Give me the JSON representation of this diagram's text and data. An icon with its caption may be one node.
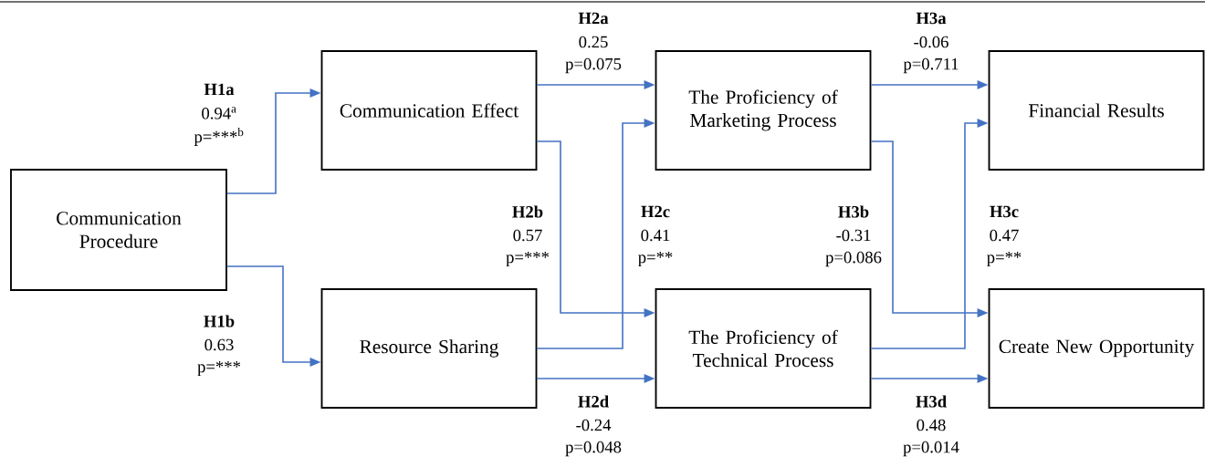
{
  "diagram": {
    "nodes": [
      {
        "text": [
          "Communication Procedure"
        ]
      },
      {
        "text": [
          "Communication Effect"
        ]
      },
      {
        "text": [
          "Resource Sharing"
        ]
      },
      {
        "text": [
          "The Proficiency of Marketing Process"
        ]
      },
      {
        "text": [
          "The Proficiency of Technical Process"
        ]
      },
      {
        "text": [
          "Financial Results"
        ]
      },
      {
        "text": [
          "Create New Opportunity"
        ]
      }
    ],
    "edges": [
      {
        "from": 0,
        "to": 1,
        "arrow": "to"
      },
      {
        "from": 0,
        "to": 2,
        "arrow": "to"
      },
      {
        "from": 1,
        "to": 3,
        "arrow": "to"
      },
      {
        "from": 1,
        "to": 4,
        "arrow": "to"
      },
      {
        "from": 2,
        "to": 3,
        "arrow": "to"
      },
      {
        "from": 2,
        "to": 4,
        "arrow": "to"
      },
      {
        "from": 3,
        "to": 5,
        "arrow": "to"
      },
      {
        "from": 3,
        "to": 6,
        "arrow": "to"
      },
      {
        "from": 4,
        "to": 5,
        "arrow": "to"
      },
      {
        "from": 4,
        "to": 6,
        "arrow": "to"
      }
    ],
    "labels": [
      "H1a",
      "0.94$^{a}$",
      "p=***$^{b}$",
      "H1b",
      "0.63",
      "p=***",
      "H2a",
      "0.25",
      "p=0.075",
      "H2b",
      "0.57",
      "p=***",
      "H2c",
      "0.41",
      "p=**",
      "H2d",
      "-0.24",
      "p=0.048",
      "H3a",
      "-0.06",
      "p=0.711",
      "H3b",
      "-0.31",
      "p=0.086",
      "H3c",
      "0.47",
      "p=**",
      "H3d",
      "0.48",
      "p=0.014"
    ]
  }
}
